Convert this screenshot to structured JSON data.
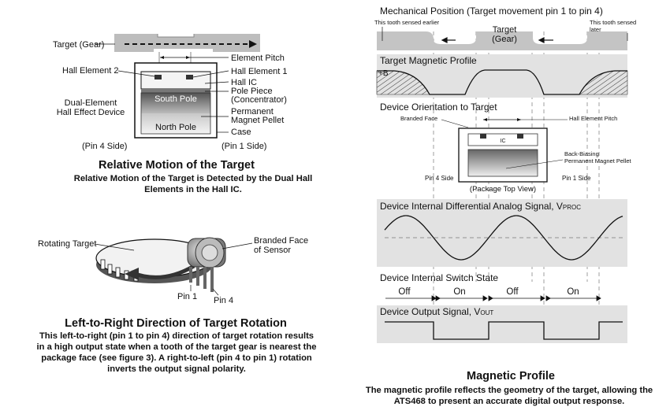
{
  "left_top": {
    "target_gear": "Target (Gear)",
    "element_pitch": "Element Pitch",
    "hall_element_2": "Hall Element 2",
    "hall_element_1": "Hall Element 1",
    "hall_ic": "Hall IC",
    "pole_piece": "Pole Piece",
    "concentrator": "(Concentrator)",
    "device_line1": "Dual-Element",
    "device_line2": "Hall Effect Device",
    "south_pole": "South Pole",
    "north_pole": "North Pole",
    "permanent": "Permanent",
    "magnet_pellet": "Magnet Pellet",
    "case": "Case",
    "pin4_side": "(Pin 4 Side)",
    "pin1_side": "(Pin 1 Side)",
    "title": "Relative Motion of the Target",
    "body": "Relative Motion of the Target is Detected by the Dual Hall Elements in the Hall IC."
  },
  "left_bottom": {
    "rotating_target": "Rotating Target",
    "branded_face_1": "Branded Face",
    "branded_face_2": "of Sensor",
    "pin1": "Pin 1",
    "pin4": "Pin 4",
    "title": "Left-to-Right Direction of Target Rotation",
    "body": "This left-to-right (pin 1 to pin 4) direction of target rotation results in a high output state when a tooth of the target gear is nearest the package face (see figure 3). A right-to-left (pin 4 to pin 1) rotation inverts the output signal polarity."
  },
  "right": {
    "mech_title": "Mechanical Position (Target movement pin 1 to pin 4)",
    "tooth_earlier": "This tooth sensed earlier",
    "tooth_later_1": "This tooth sensed",
    "tooth_later_2": "later",
    "target_1": "Target",
    "target_2": "(Gear)",
    "mag_profile_title": "Target Magnetic Profile",
    "plus_b": "+B",
    "orientation_title": "Device Orientation to Target",
    "branded_face": "Branded Face",
    "hall_pitch": "Hall Element Pitch",
    "ic": "IC",
    "back_biasing_1": "Back-Biasing",
    "back_biasing_2": "Permanent Magnet Pellet",
    "pin4_side": "Pin 4 Side",
    "pin1_side": "Pin 1 Side",
    "package_top": "(Package Top View)",
    "analog_title": "Device Internal Differential Analog Signal, V",
    "analog_sub": "PROC",
    "switch_title": "Device Internal Switch State",
    "states": [
      "Off",
      "On",
      "Off",
      "On"
    ],
    "output_title": "Device Output Signal, V",
    "output_sub": "OUT",
    "caption_title": "Magnetic Profile",
    "caption_body": "The magnetic profile reflects the geometry of the target, allowing the ATS468 to present an accurate digital output response."
  }
}
